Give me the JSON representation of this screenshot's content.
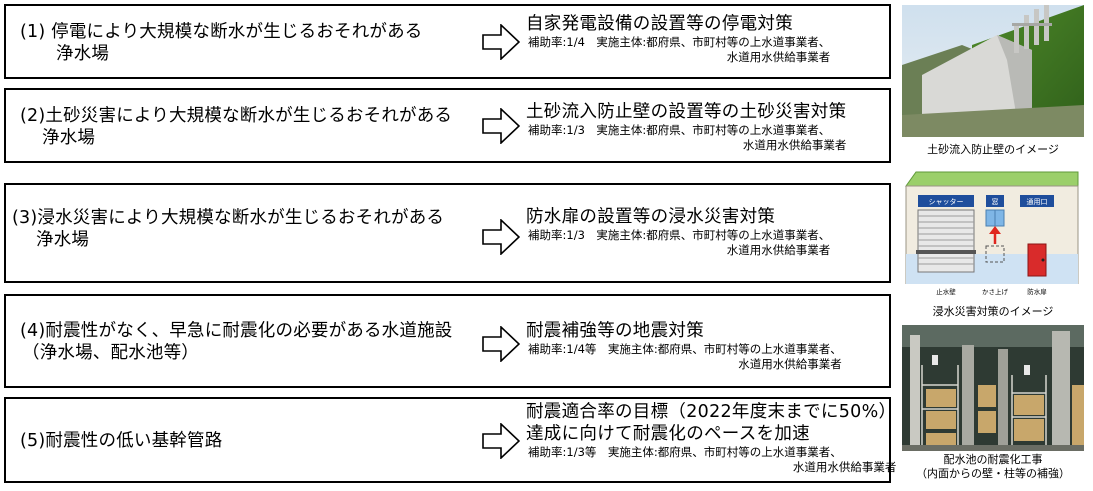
{
  "rows": [
    {
      "condition_line1": "(1) 停電により大規模な断水が生じるおそれがある",
      "condition_line2": "浄水場",
      "measure_title": "自家発電設備の設置等の停電対策",
      "measure_title_line2": "",
      "subsidy_line1": "補助率:1/4　実施主体:都府県、市町村等の上水道事業者、",
      "subsidy_line2": "水道用水供給事業者"
    },
    {
      "condition_line1": "(2)土砂災害により大規模な断水が生じるおそれがある",
      "condition_line2": "浄水場",
      "measure_title": "土砂流入防止壁の設置等の土砂災害対策",
      "measure_title_line2": "",
      "subsidy_line1": "補助率:1/3　実施主体:都府県、市町村等の上水道事業者、",
      "subsidy_line2": "水道用水供給事業者"
    },
    {
      "condition_line1": "(3)浸水災害により大規模な断水が生じるおそれがある",
      "condition_line2": "浄水場",
      "measure_title": "防水扉の設置等の浸水災害対策",
      "measure_title_line2": "",
      "subsidy_line1": "補助率:1/3　実施主体:都府県、市町村等の上水道事業者、",
      "subsidy_line2": "水道用水供給事業者"
    },
    {
      "condition_line1": "(4)耐震性がなく、早急に耐震化の必要がある水道施設",
      "condition_line2": "（浄水場、配水池等）",
      "measure_title": "耐震補強等の地震対策",
      "measure_title_line2": "",
      "subsidy_line1": "補助率:1/4等　実施主体:都府県、市町村等の上水道事業者、",
      "subsidy_line2": "水道用水供給事業者"
    },
    {
      "condition_line1": "(5)耐震性の低い基幹管路",
      "condition_line2": "",
      "measure_title": "耐震適合率の目標（2022年度末までに50%）",
      "measure_title_line2": "達成に向けて耐震化のペースを加速",
      "subsidy_line1": "補助率:1/3等　実施主体:都府県、市町村等の上水道事業者、",
      "subsidy_line2": "水道用水供給事業者"
    }
  ],
  "images": {
    "wall_caption": "土砂流入防止壁のイメージ",
    "flood_caption": "浸水災害対策のイメージ",
    "flood_labels": {
      "shutter": "シャッター",
      "window": "窓",
      "door": "通用口",
      "water_stop": "止水壁",
      "raise": "かさ上げ",
      "waterproof_door": "防水扉"
    },
    "reservoir_caption_line1": "配水池の耐震化工事",
    "reservoir_caption_line2": "（内面からの壁・柱等の補強）"
  },
  "colors": {
    "border": "#000000",
    "arrow_stroke": "#000000",
    "building_roof": "#9bcf6a",
    "building_wall": "#f1ece0",
    "sign_blue": "#1f4e9c",
    "water": "#cfe2f3",
    "door_red": "#d92b2b",
    "arrow_red": "#e0261e"
  }
}
